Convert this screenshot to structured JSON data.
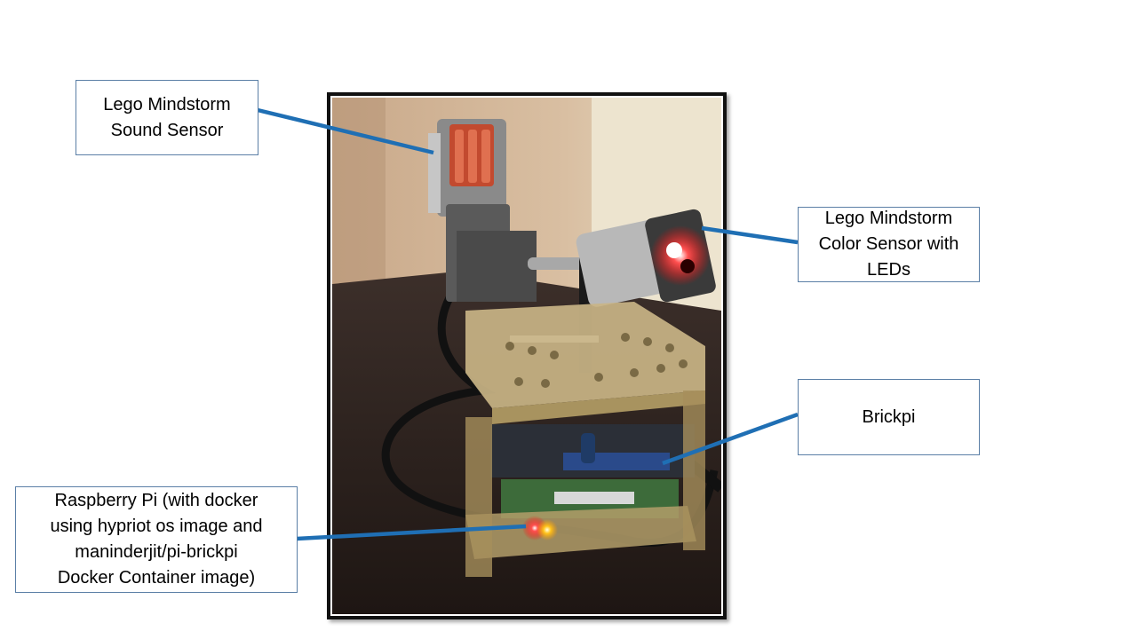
{
  "labels": {
    "sound_sensor": {
      "lines": [
        "Lego Mindstorm",
        "Sound Sensor"
      ]
    },
    "color_sensor": {
      "lines": [
        "Lego Mindstorm",
        "Color Sensor with",
        "LEDs"
      ]
    },
    "brickpi": {
      "lines": [
        "Brickpi"
      ]
    },
    "raspberry_pi": {
      "lines": [
        "Raspberry Pi (with docker",
        "using hypriot os image and",
        "maninderjit/pi-brickpi",
        "Docker Container image)"
      ]
    }
  },
  "colors": {
    "connector": "#1f6fb4",
    "box_border": "#5b7fa6",
    "led_red": "#ff2a2a",
    "led_yellow": "#ffc21a"
  }
}
